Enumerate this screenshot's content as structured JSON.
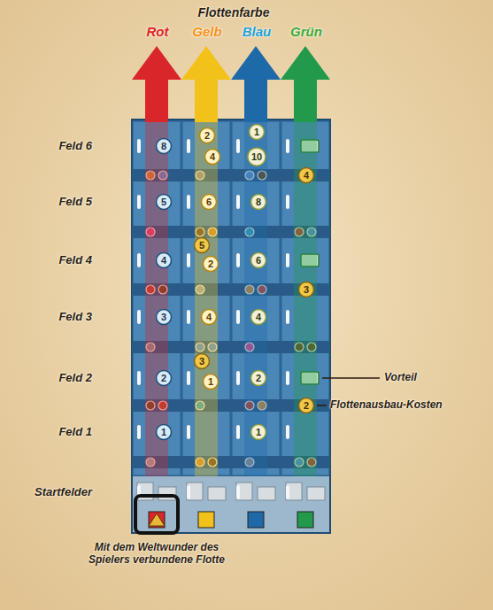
{
  "diagram": {
    "title": "Flottenfarbe",
    "labels": [
      "Rot",
      "Gelb",
      "Blau",
      "Grün",
      "Feld 6",
      "8",
      "2",
      "4",
      "1",
      "10",
      "4",
      "Feld 5",
      "5",
      "6",
      "8",
      "5",
      "Feld 4",
      "4",
      "2",
      "6",
      "3",
      "Feld 3",
      "3",
      "4",
      "4",
      "3",
      "Feld 2",
      "2",
      "1",
      "2",
      "Vorteil",
      "2",
      "Flottenausbau-Kosten",
      "Feld 1",
      "1",
      "1",
      "Startfelder",
      "Mit dem Weltwunder des Spielers verbundene Flotte"
    ]
  }
}
